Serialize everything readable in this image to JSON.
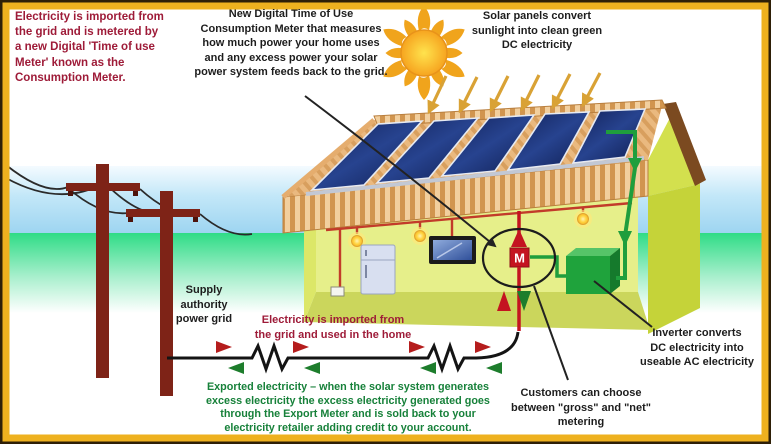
{
  "callouts": {
    "consumption_meter": "Electricity is imported from\nthe grid and is metered by\na new Digital 'Time of use\nMeter' known as the\nConsumption Meter.",
    "new_meter": "New Digital Time of Use\nConsumption Meter that measures\nhow much power your home uses\nand any excess power your solar\npower system feeds back to the grid.",
    "solar_convert": "Solar panels convert\nsunlight into clean green\nDC electricity",
    "supply_authority": "Supply\nauthority\npower grid",
    "imported_home": "Electricity is imported from\nthe grid and used in the home",
    "exported": "Exported electricity – when the solar system generates\nexcess electricity the excess electricity generated goes\nthrough the Export Meter and is sold back to your\nelectricity retailer adding credit to your account.",
    "customers": "Customers can choose\nbetween \"gross\" and \"net\"\nmetering",
    "inverter": "Inverter converts\nDC electricity into\nuseable AC electricity"
  },
  "meter": {
    "label": "M"
  },
  "colors": {
    "frame_gold": "#eeb11f",
    "frame_dark": "#2e1f07",
    "callout_red": "#9e1b38",
    "callout_green": "#17813a",
    "callout_black": "#1d1d1d",
    "sky_blue": "#9ed5f1",
    "grass_green": "#2fdc86",
    "roof_tan": "#eec08a",
    "roof_stripe": "#d1954f",
    "panel_navy": "#1b2f6e",
    "wall_yellow_green": "#cfdd4a",
    "inverter_green": "#1fa33c",
    "meter_red": "#c41420",
    "pole_brown": "#7e2317",
    "interior_wire_red": "#c23b2a",
    "dc_wire_green": "#1f9e3d",
    "sun_gold": "#f6a41f",
    "ray_arrow_gold": "#d9a235",
    "import_arrow_red": "#b51d1d",
    "export_arrow_green": "#1d7d2c"
  }
}
